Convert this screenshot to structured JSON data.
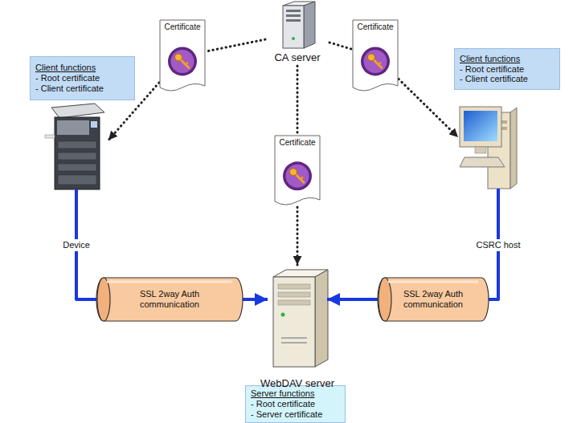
{
  "diagram": {
    "nodes": [
      {
        "text": [
          "CA server"
        ]
      },
      {
        "text": [
          "Certificate"
        ]
      },
      {
        "text": [
          "Certificate"
        ]
      },
      {
        "text": [
          "Client functions",
          "- Root certificate",
          "- Client certificate"
        ]
      },
      {
        "text": [
          "Client functions",
          "- Root certificate",
          "- Client certificate"
        ]
      },
      {
        "text": [
          "Device"
        ]
      },
      {
        "text": [
          "CSRC host"
        ]
      },
      {
        "text": [
          "Certificate"
        ]
      },
      {
        "text": [
          "SSL 2way Auth communication"
        ]
      },
      {
        "text": [
          "SSL 2way Auth communication"
        ]
      },
      {
        "text": [
          "WebDAV server"
        ]
      },
      {
        "text": [
          "Server functions",
          "- Root certificate",
          "- Server certificate"
        ]
      }
    ],
    "edges": [
      {
        "from": 0,
        "to": 1,
        "arrow": "none"
      },
      {
        "from": 1,
        "to": 5,
        "arrow": "to"
      },
      {
        "from": 0,
        "to": 2,
        "arrow": "none"
      },
      {
        "from": 2,
        "to": 6,
        "arrow": "to"
      },
      {
        "from": 0,
        "to": 7,
        "arrow": "none"
      },
      {
        "from": 7,
        "to": 10,
        "arrow": "to"
      },
      {
        "from": 5,
        "to": 8,
        "arrow": "none"
      },
      {
        "from": 8,
        "to": 10,
        "arrow": "to"
      },
      {
        "from": 6,
        "to": 9,
        "arrow": "none"
      },
      {
        "from": 9,
        "to": 10,
        "arrow": "to"
      }
    ]
  }
}
